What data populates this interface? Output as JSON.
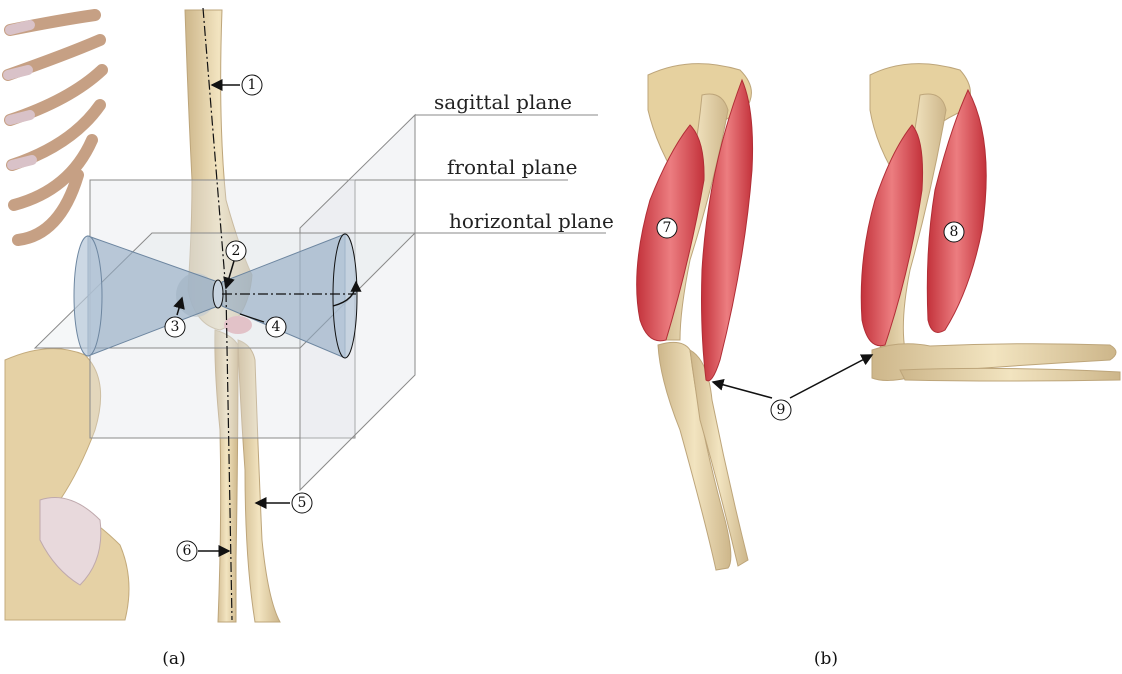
{
  "planes": {
    "sagittal": "sagittal plane",
    "frontal": "frontal plane",
    "horizontal": "horizontal plane"
  },
  "markers": [
    "1",
    "2",
    "3",
    "4",
    "5",
    "6",
    "7",
    "8",
    "9"
  ],
  "captions": {
    "a": "(a)",
    "b": "(b)"
  },
  "colors": {
    "bone": "#e9d7ad",
    "bone_shade": "#cdb68a",
    "muscle": "#d9434a",
    "muscle_light": "#ec7d80",
    "cone": "#9fb6cc",
    "plane_line": "#8a8a8a",
    "rib": "#caa489"
  }
}
